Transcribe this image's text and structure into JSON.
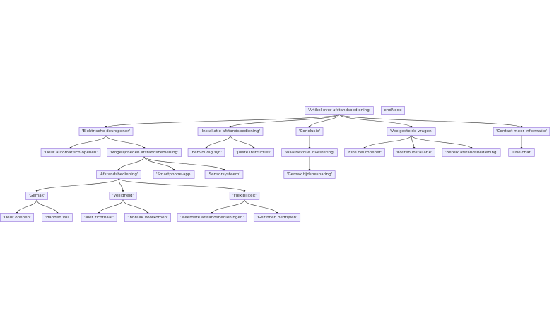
{
  "nodes": {
    "root": "'Artikel over afstandsbediening'",
    "end": "endNode",
    "n1": "'Elektrische deuropener'",
    "n2": "'Installatie afstandsbediening'",
    "n3": "'Conclusie'",
    "n4": "'Veelgestelde vragen'",
    "n5": "'Contact meer informatie'",
    "n1a": "'Deur automatisch openen'",
    "n1b": "'Mogelijkheden afstandsbediening'",
    "n2a": "'Eenvoudig zijn'",
    "n2b": "'Juiste instructies'",
    "n3a": "'Waardevolle investering'",
    "n4a": "'Elke deuropener'",
    "n4b": "'Kosten installatie'",
    "n4c": "'Bereik afstandsbediening'",
    "n5a": "'Live chat'",
    "m1": "'Afstandsbediening'",
    "m2": "'Smartphone-app'",
    "m3": "'Sensorsysteem'",
    "c1": "'Gemak tijdsbesparing'",
    "a1": "'Gemak'",
    "a2": "'Veiligheid'",
    "a3": "'Flexibiliteit'",
    "g1": "'Deur openen'",
    "g2": "'Handen vol'",
    "v1": "'Niet zichtbaar'",
    "v2": "'Inbraak voorkomen'",
    "f1": "'Meerdere afstandsbedieningen'",
    "f2": "'Gezinnen bedrijven'"
  },
  "edges": [
    [
      "root",
      "n1"
    ],
    [
      "root",
      "n2"
    ],
    [
      "root",
      "n3"
    ],
    [
      "root",
      "n4"
    ],
    [
      "root",
      "n5"
    ],
    [
      "n1",
      "n1a"
    ],
    [
      "n1",
      "n1b"
    ],
    [
      "n2",
      "n2a"
    ],
    [
      "n2",
      "n2b"
    ],
    [
      "n3",
      "n3a"
    ],
    [
      "n4",
      "n4a"
    ],
    [
      "n4",
      "n4b"
    ],
    [
      "n4",
      "n4c"
    ],
    [
      "n5",
      "n5a"
    ],
    [
      "n1b",
      "m1"
    ],
    [
      "n1b",
      "m2"
    ],
    [
      "n1b",
      "m3"
    ],
    [
      "n3a",
      "c1"
    ],
    [
      "m1",
      "a1"
    ],
    [
      "m1",
      "a2"
    ],
    [
      "m1",
      "a3"
    ],
    [
      "a1",
      "g1"
    ],
    [
      "a1",
      "g2"
    ],
    [
      "a2",
      "v1"
    ],
    [
      "a2",
      "v2"
    ],
    [
      "a3",
      "f1"
    ],
    [
      "a3",
      "f2"
    ]
  ]
}
